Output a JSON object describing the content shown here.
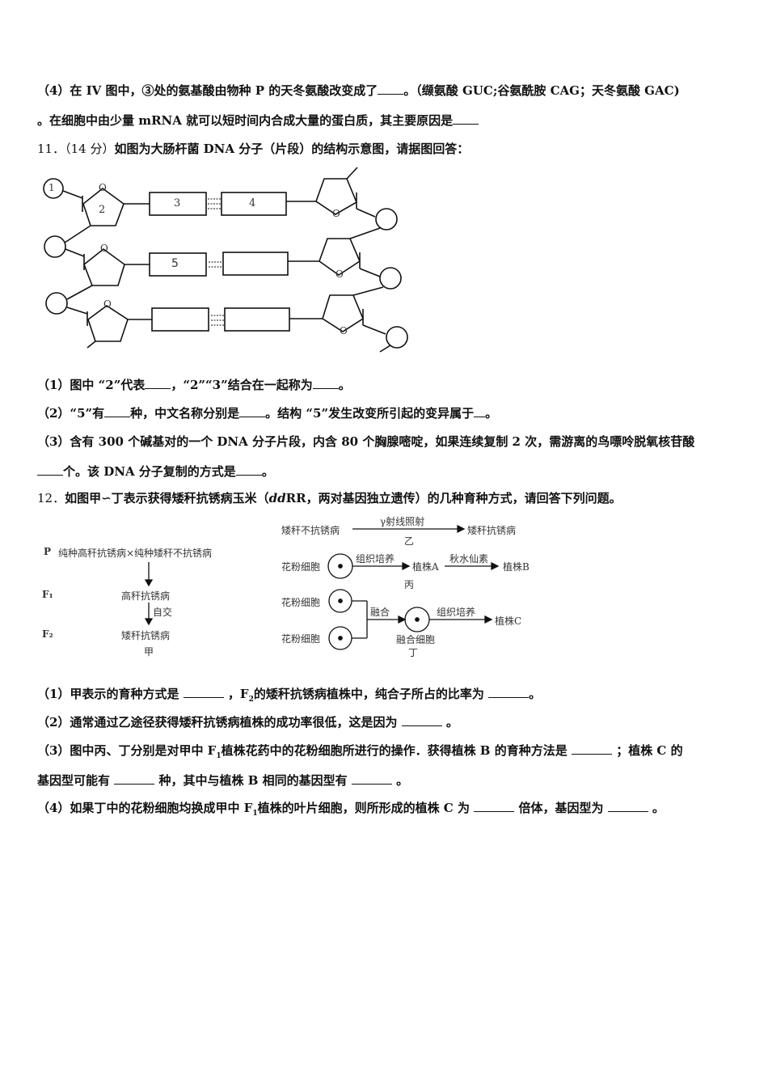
{
  "q10_part4": {
    "line1": "（4）在 IV 图中，③处的氨基酸由物种 P 的天冬氨酸改变成了",
    "line1_end": "。（缬氨酸 GUC;谷氨酰胺 CAG；天冬氨酸 GAC)",
    "line2": "。在细胞中由少量 mRNA 就可以短时间内合成大量的蛋白质，其主要原因是"
  },
  "q11": {
    "number": "11．",
    "score": "（14 分）",
    "stem": "如图为大肠杆菌 DNA 分子（片段）的结构示意图，请据图回答：",
    "diagram": {
      "labels": [
        "1",
        "2",
        "3",
        "4",
        "5"
      ],
      "sugar_atom": "O"
    },
    "sub1": {
      "a": "（1）图中 “2”代表",
      "b": "，“2”“3”结合在一起称为",
      "c": "。"
    },
    "sub2": {
      "a": "（2）“5”有",
      "b": "种，中文名称分别是",
      "c": "。结构 “5”发生改变所引起的变异属于",
      "d": "。"
    },
    "sub3": {
      "a": "（3）含有 300 个碱基对的一个 DNA 分子片段，内含 80 个胸腺嘧啶，如果连续复制 2 次，需游离的鸟嘌呤脱氧核苷酸",
      "b": "个。该 DNA 分子复制的方式是",
      "c": "。"
    }
  },
  "q12": {
    "number": "12．",
    "stem_a": "如图甲∽丁表示获得矮秆抗锈病玉米（",
    "genotype": "dd",
    "genotype2": "RR",
    "stem_b": "，两对基因独立遗传）的几种育种方式，请回答下列问题。",
    "fig_jia": {
      "p_label": "P",
      "p_cross": "纯种高秆抗锈病×纯种矮秆不抗锈病",
      "f1_label": "F₁",
      "f1_text": "高秆抗锈病",
      "selfing": "自交",
      "f2_label": "F₂",
      "f2_text": "矮秆抗锈病",
      "caption": "甲"
    },
    "fig_yi": {
      "from": "矮秆不抗锈病",
      "arrow_top": "γ射线照射",
      "arrow_bottom": "乙",
      "to": "矮秆抗锈病"
    },
    "fig_bing": {
      "cell": "花粉细胞",
      "step1": "组织培养",
      "plant_a": "植株A",
      "step2": "秋水仙素",
      "plant_b": "植株B",
      "caption": "丙"
    },
    "fig_ding": {
      "cell1": "花粉细胞",
      "cell2": "花粉细胞",
      "fuse": "融合",
      "fused_cell": "融合细胞",
      "step": "组织培养",
      "plant_c": "植株C",
      "caption": "丁"
    },
    "sub1": {
      "a": "（1）甲表示的育种方式是",
      "b": "，F",
      "b_sub": "2",
      "c": "的矮秆抗锈病植株中，纯合子所占的比率为",
      "d": "。"
    },
    "sub2": {
      "a": "（2）通常通过乙途径获得矮秆抗锈病植株的成功率很低，这是因为",
      "b": "。"
    },
    "sub3": {
      "a": "（3）图中丙、丁分别是对甲中 F",
      "a_sub": "1",
      "b": "植株花药中的花粉细胞所进行的操作．获得植株 B 的育种方法是",
      "c": "；植株 C 的",
      "d": "基因型可能有",
      "e": "种，其中与植株 B 相同的基因型有",
      "f": "。"
    },
    "sub4": {
      "a": "（4）如果丁中的花粉细胞均换成甲中 F",
      "a_sub": "1",
      "b": "植株的叶片细胞，则所形成的植株 C 为",
      "c": "倍体，基因型为",
      "d": "。"
    }
  }
}
